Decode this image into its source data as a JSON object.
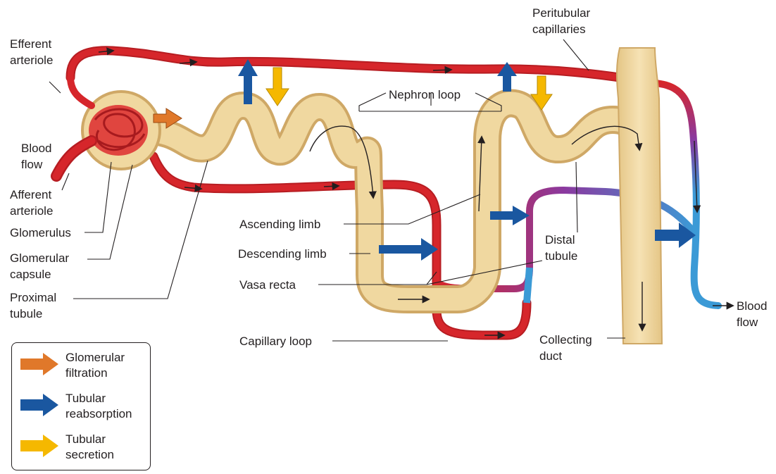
{
  "labels": {
    "efferent_arteriole": "Efferent\narteriole",
    "peritubular_capillaries": "Peritubular\ncapillaries",
    "nephron_loop": "Nephron loop",
    "blood_flow_in": "Blood\nflow",
    "afferent_arteriole": "Afferent\narteriole",
    "glomerulus": "Glomerulus",
    "glomerular_capsule": "Glomerular\ncapsule",
    "proximal_tubule": "Proximal\ntubule",
    "ascending_limb": "Ascending limb",
    "descending_limb": "Descending limb",
    "vasa_recta": "Vasa recta",
    "capillary_loop": "Capillary loop",
    "distal_tubule": "Distal\ntubule",
    "collecting_duct": "Collecting\nduct",
    "blood_flow_out": "Blood\nflow"
  },
  "legend": [
    {
      "label": "Glomerular\nfiltration",
      "color": "#e0782a"
    },
    {
      "label": "Tubular\nreabsorption",
      "color": "#1a57a0"
    },
    {
      "label": "Tubular\nsecretion",
      "color": "#f5b800"
    }
  ],
  "colors": {
    "artery": "#d6262b",
    "vein": "#3b9ad6",
    "tubule": "#f0d8a0",
    "tubule_edge": "#cfa866",
    "reabsorption": "#1a57a0",
    "secretion": "#f5b800",
    "filtration": "#e0782a"
  }
}
